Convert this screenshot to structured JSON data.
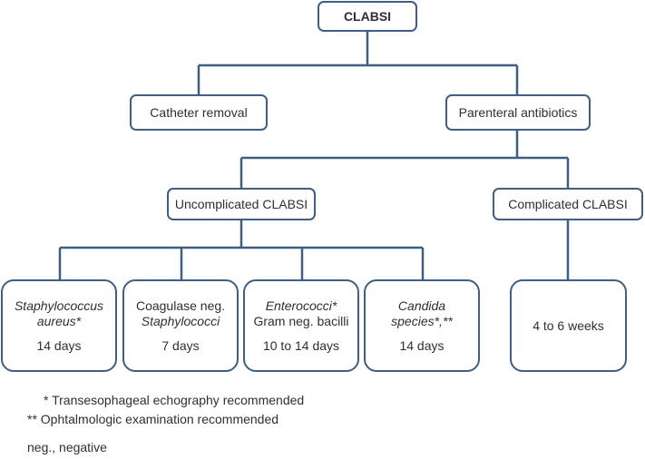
{
  "root": {
    "label": "CLABSI"
  },
  "level1": {
    "catheter_removal": "Catheter removal",
    "parenteral_antibiotics": "Parenteral antibiotics"
  },
  "level2": {
    "uncomplicated": "Uncomplicated CLABSI",
    "complicated": "Complicated CLABSI"
  },
  "leaves": {
    "staph_aureus": {
      "line1": "Staphylococcus",
      "line2": "aureus*",
      "duration": "14 days"
    },
    "coag_neg": {
      "line1": "Coagulase neg.",
      "line2": "Staphylococci",
      "duration": "7 days"
    },
    "enterococci": {
      "line1": "Enterococci*",
      "line2": "Gram neg. bacilli",
      "duration": "10 to 14 days"
    },
    "candida": {
      "line1": "Candida",
      "line2": "species*,**",
      "duration": "14 days"
    },
    "complicated": {
      "duration": "4 to 6 weeks"
    }
  },
  "footnotes": {
    "note1": "* Transesophageal echography recommended",
    "note2": "** Ophtalmologic examination recommended",
    "abbrev": "neg., negative"
  },
  "colors": {
    "line": "#3f5f82",
    "border": "#3f5f82"
  }
}
